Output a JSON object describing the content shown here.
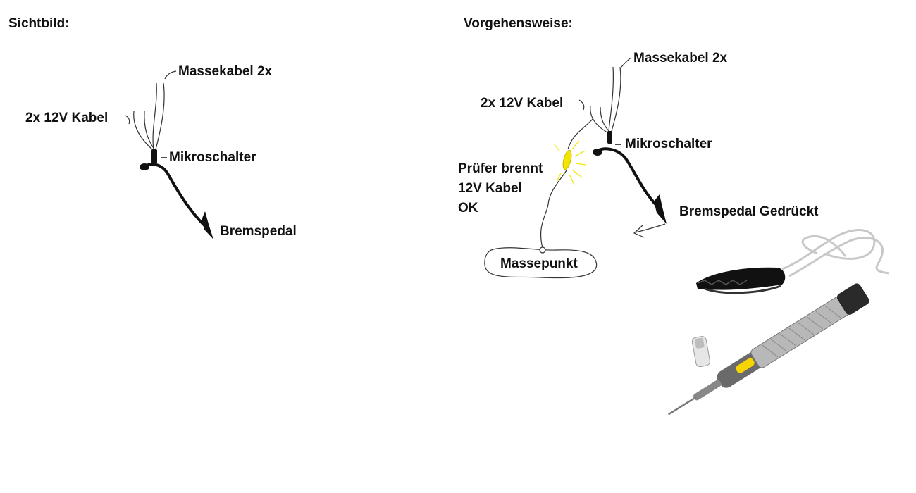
{
  "left_panel": {
    "heading": "Sichtbild:",
    "labels": {
      "ground_cables": "Massekabel  2x",
      "power_cables": "2x   12V Kabel",
      "microswitch": "Mikroschalter",
      "brake_pedal": "Bremspedal"
    }
  },
  "right_panel": {
    "heading": "Vorgehensweise:",
    "labels": {
      "ground_cables": "Massekabel  2x",
      "power_cables": "2x   12V Kabel",
      "microswitch": "Mikroschalter",
      "tester_lines": [
        "Prüfer brennt",
        "12V Kabel",
        "OK"
      ],
      "ground_point": "Massepunkt",
      "brake_pedal_pressed": "Bremspedal Gedrückt"
    }
  },
  "colors": {
    "ink": "#111111",
    "wire": "#444444",
    "tester_glow": "#f2e600",
    "probe_body": "#9a9a9a",
    "probe_yellow": "#f5d400"
  },
  "icons": {
    "probe": "test-light-probe",
    "clip": "alligator-clip-icon"
  }
}
